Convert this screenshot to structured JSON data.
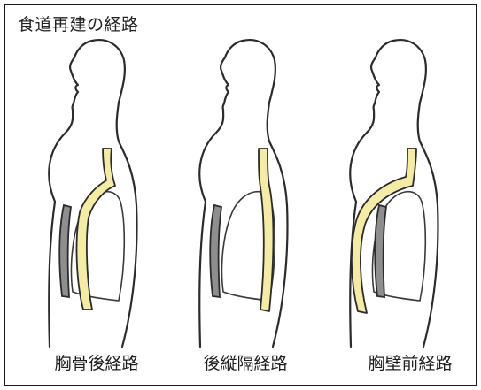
{
  "title": "食道再建の経路",
  "routes": [
    {
      "label": "胸骨後経路"
    },
    {
      "label": "後縦隔経路"
    },
    {
      "label": "胸壁前経路"
    }
  ],
  "colors": {
    "outline": "#2b2b2b",
    "conduit_fill": "#f3eba6",
    "sternum_fill": "#8e8e8e",
    "frame": "#1a1a1a"
  }
}
